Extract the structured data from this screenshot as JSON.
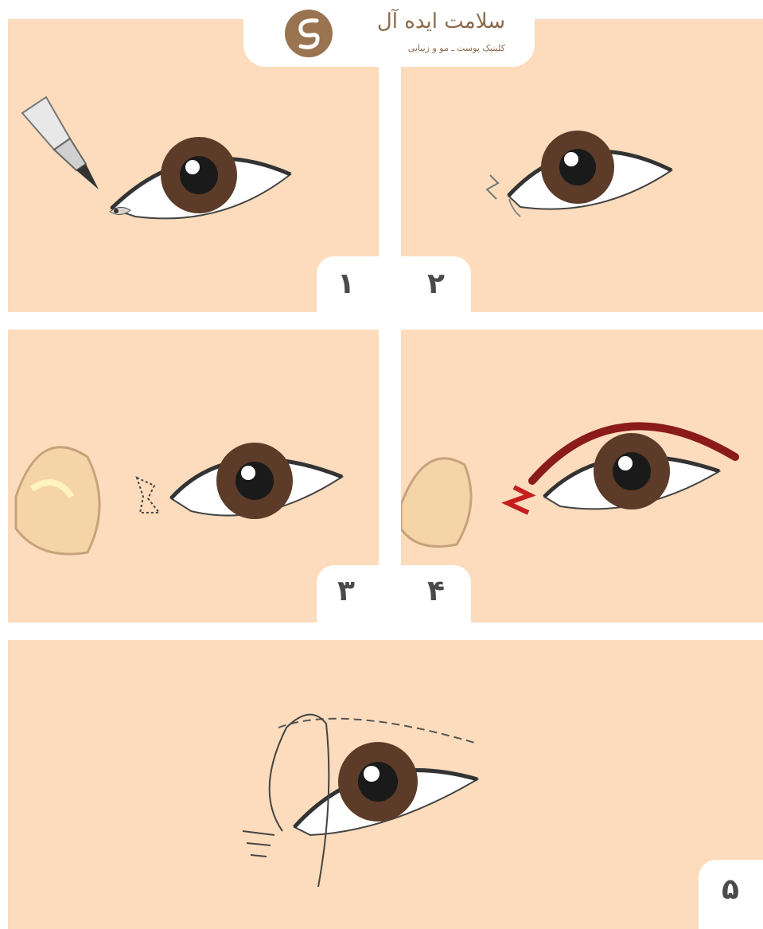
{
  "logo": {
    "title": "سلامت ایده آل",
    "subtitle": "کلینیک پوست ـ مو و زیبایی",
    "brand_color": "#9a7450"
  },
  "steps": [
    {
      "number": "۱"
    },
    {
      "number": "۲"
    },
    {
      "number": "۳"
    },
    {
      "number": "۴"
    },
    {
      "number": "۵"
    }
  ],
  "colors": {
    "panel_skin": "#fcdcbc",
    "iris": "#5c3b28",
    "incision_red": "#8b1a1a"
  }
}
